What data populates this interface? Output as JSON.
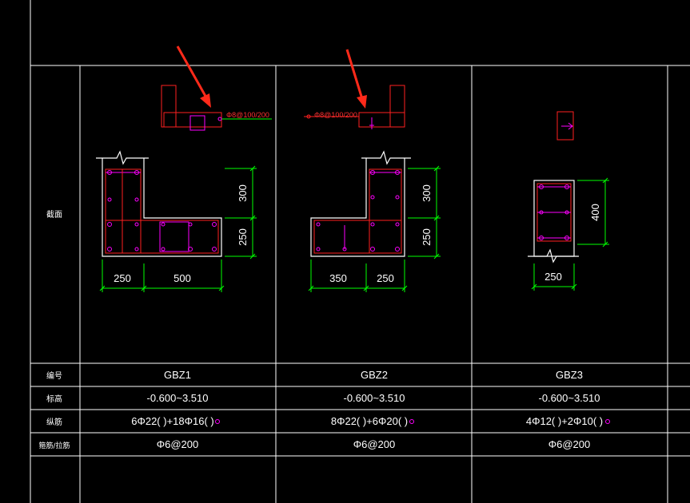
{
  "row_labels": {
    "section": "截面",
    "number": "编号",
    "elevation": "标高",
    "longitudinal": "纵筋",
    "stirrup": "箍筋/拉筋"
  },
  "columns": [
    {
      "id": "GBZ1",
      "elevation": "-0.600~3.510",
      "longitudinal": "6Φ22( )+18Φ16( )",
      "stirrup": "Φ6@200",
      "detail_note": "Φ8@100/200",
      "dims_h": [
        "250",
        "500"
      ],
      "dims_v": [
        "300",
        "250"
      ]
    },
    {
      "id": "GBZ2",
      "elevation": "-0.600~3.510",
      "longitudinal": "8Φ22( )+6Φ20( )",
      "stirrup": "Φ6@200",
      "detail_note": "Φ8@100/200",
      "dims_h": [
        "350",
        "250"
      ],
      "dims_v": [
        "300",
        "250"
      ]
    },
    {
      "id": "GBZ3",
      "elevation": "-0.600~3.510",
      "longitudinal": "4Φ12( )+2Φ10( )",
      "stirrup": "Φ6@200",
      "dims_h": [
        "250"
      ],
      "dims_v": [
        "400"
      ]
    }
  ],
  "colors": {
    "background": "#000000",
    "table_lines": "#ffffff",
    "dimension": "#00ff00",
    "concrete_outline": "#ffffff",
    "rebar_red": "#ff2020",
    "rebar_magenta": "#ff00ff",
    "arrow": "#ff2a1a"
  }
}
